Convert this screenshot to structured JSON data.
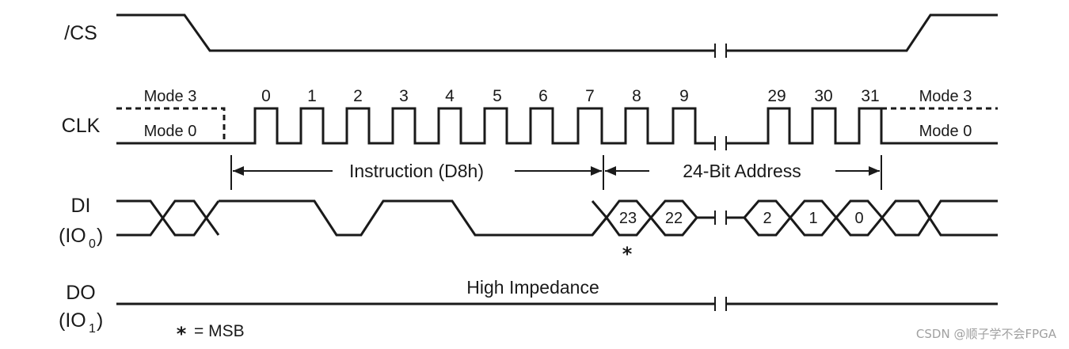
{
  "signals": {
    "cs": "/CS",
    "clk": "CLK",
    "di": "DI",
    "di_pin": "(IO",
    "di_sub": "0",
    "do": "DO",
    "do_pin": "(IO",
    "do_sub": "1",
    "close": ")"
  },
  "clk_modes": {
    "left_upper": "Mode 3",
    "left_lower": "Mode 0",
    "right_upper": "Mode 3",
    "right_lower": "Mode 0"
  },
  "clock_numbers": [
    "0",
    "1",
    "2",
    "3",
    "4",
    "5",
    "6",
    "7",
    "8",
    "9",
    "29",
    "30",
    "31"
  ],
  "annotations": {
    "instruction": "Instruction (D8h)",
    "address": "24-Bit Address",
    "high_impedance": "High Impedance"
  },
  "address_bits": [
    "23",
    "22",
    "2",
    "1",
    "0"
  ],
  "msb_marker": "*",
  "legend": {
    "star": "*",
    "text": "= MSB"
  },
  "watermark": "CSDN @顺子学不会FPGA"
}
